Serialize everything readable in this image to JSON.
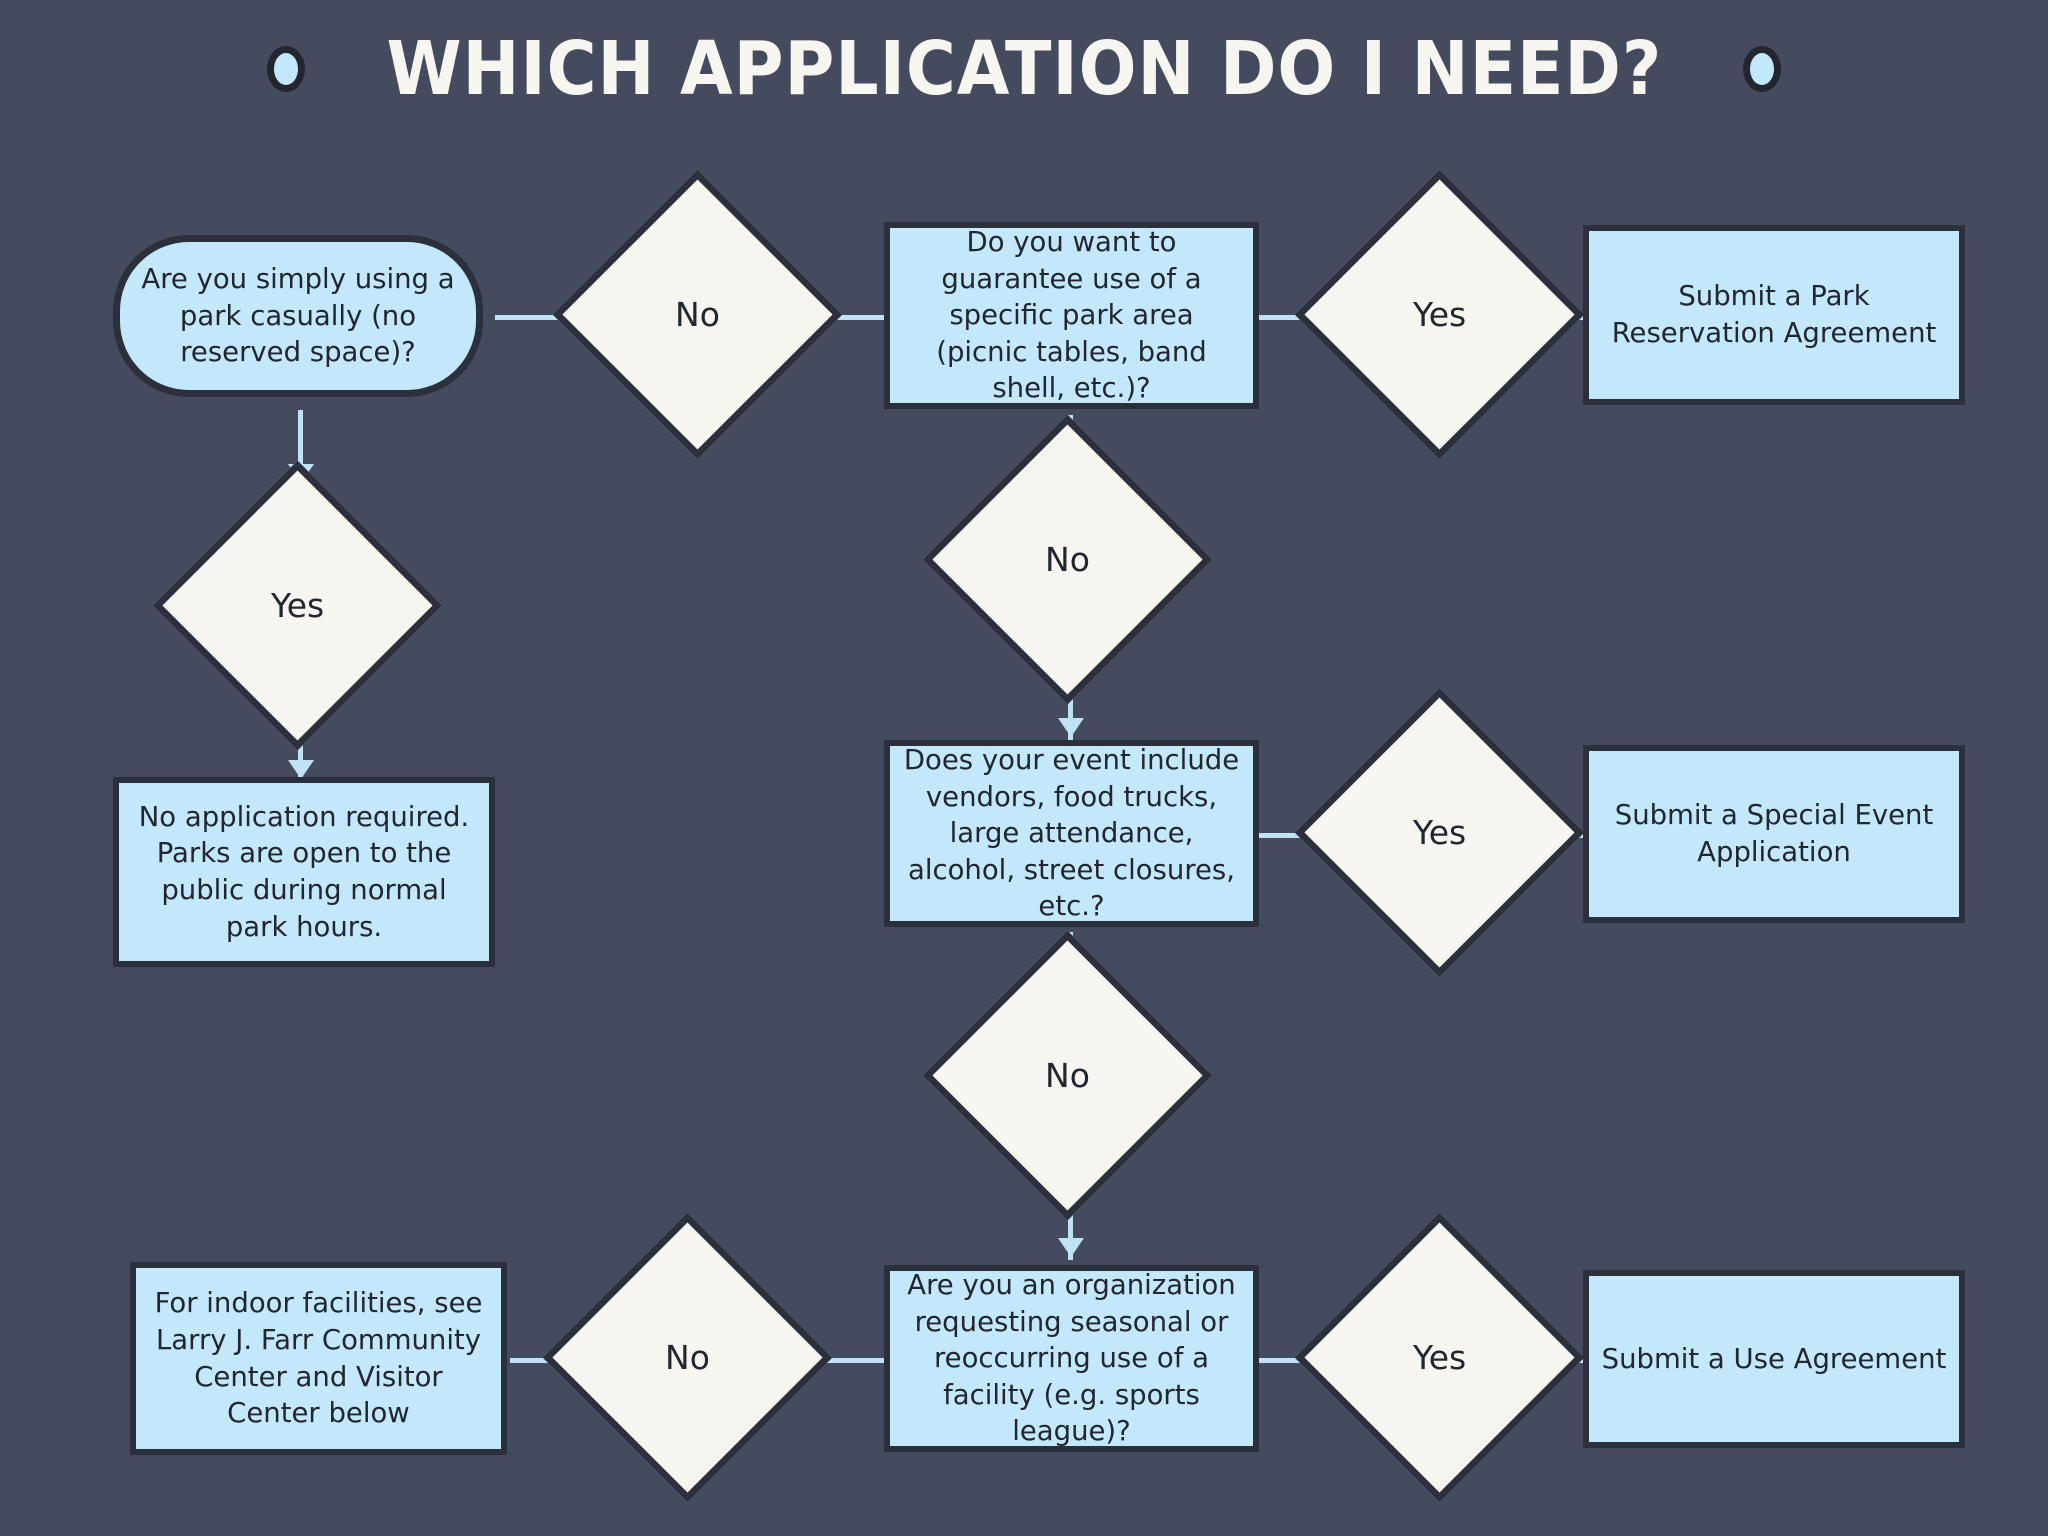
{
  "title": {
    "text": "WHICH APPLICATION DO I NEED?",
    "left_dot": "circle-bullet",
    "right_dot": "circle-bullet"
  },
  "colors": {
    "background": "#454b5e",
    "box_fill": "#c4e8fb",
    "diamond_fill": "#f7f5f0",
    "outline": "#2b303c",
    "connector": "#bfe3f5",
    "title_text": "#f7f5f0",
    "body_text": "#22262f"
  },
  "nodes": {
    "q_casual_use": "Are you simply using a park casually (no reserved space)?",
    "d_casual_no": "No",
    "d_casual_yes": "Yes",
    "r_no_application": "No application required. Parks are open to the public during normal park hours.",
    "q_guarantee_area": "Do you want to guarantee use of a specific park area (picnic tables, band shell, etc.)?",
    "d_guarantee_yes": "Yes",
    "d_guarantee_no": "No",
    "r_park_reservation": "Submit a Park Reservation Agreement",
    "q_event_includes": "Does your event include vendors, food trucks, large attendance, alcohol, street closures, etc.?",
    "d_event_yes": "Yes",
    "d_event_no": "No",
    "r_special_event": "Submit a Special Event Application",
    "q_organization": "Are you an organization requesting seasonal or reoccurring use of a facility (e.g. sports league)?",
    "d_org_yes": "Yes",
    "d_org_no": "No",
    "r_use_agreement": "Submit a Use Agreement",
    "r_indoor_facilities": "For indoor facilities, see Larry J. Farr Community Center and Visitor Center below"
  },
  "chart_data": {
    "type": "flowchart",
    "title": "WHICH APPLICATION DO I NEED?",
    "orientation": "left-to-right with downward branches",
    "steps": [
      {
        "id": "q1",
        "shape": "rounded-rectangle",
        "text": "Are you simply using a park casually (no reserved space)?"
      },
      {
        "id": "q1-no",
        "shape": "diamond",
        "text": "No",
        "from": "q1",
        "to": "q2"
      },
      {
        "id": "q1-yes",
        "shape": "diamond",
        "text": "Yes",
        "from": "q1",
        "to": "r1"
      },
      {
        "id": "r1",
        "shape": "rectangle",
        "text": "No application required. Parks are open to the public during normal park hours."
      },
      {
        "id": "q2",
        "shape": "rectangle",
        "text": "Do you want to guarantee use of a specific park area (picnic tables, band shell, etc.)?"
      },
      {
        "id": "q2-yes",
        "shape": "diamond",
        "text": "Yes",
        "from": "q2",
        "to": "r2"
      },
      {
        "id": "r2",
        "shape": "rectangle",
        "text": "Submit a Park Reservation Agreement"
      },
      {
        "id": "q2-no",
        "shape": "diamond",
        "text": "No",
        "from": "q2",
        "to": "q3"
      },
      {
        "id": "q3",
        "shape": "rectangle",
        "text": "Does your event include vendors, food trucks, large attendance, alcohol, street closures, etc.?"
      },
      {
        "id": "q3-yes",
        "shape": "diamond",
        "text": "Yes",
        "from": "q3",
        "to": "r3"
      },
      {
        "id": "r3",
        "shape": "rectangle",
        "text": "Submit a Special Event Application"
      },
      {
        "id": "q3-no",
        "shape": "diamond",
        "text": "No",
        "from": "q3",
        "to": "q4"
      },
      {
        "id": "q4",
        "shape": "rectangle",
        "text": "Are you an organization requesting seasonal or reoccurring use of a facility (e.g. sports league)?"
      },
      {
        "id": "q4-yes",
        "shape": "diamond",
        "text": "Yes",
        "from": "q4",
        "to": "r4"
      },
      {
        "id": "r4",
        "shape": "rectangle",
        "text": "Submit a Use Agreement"
      },
      {
        "id": "q4-no",
        "shape": "diamond",
        "text": "No",
        "from": "q4",
        "to": "r5"
      },
      {
        "id": "r5",
        "shape": "rectangle",
        "text": "For indoor facilities, see Larry J. Farr Community Center and Visitor Center below"
      }
    ]
  }
}
